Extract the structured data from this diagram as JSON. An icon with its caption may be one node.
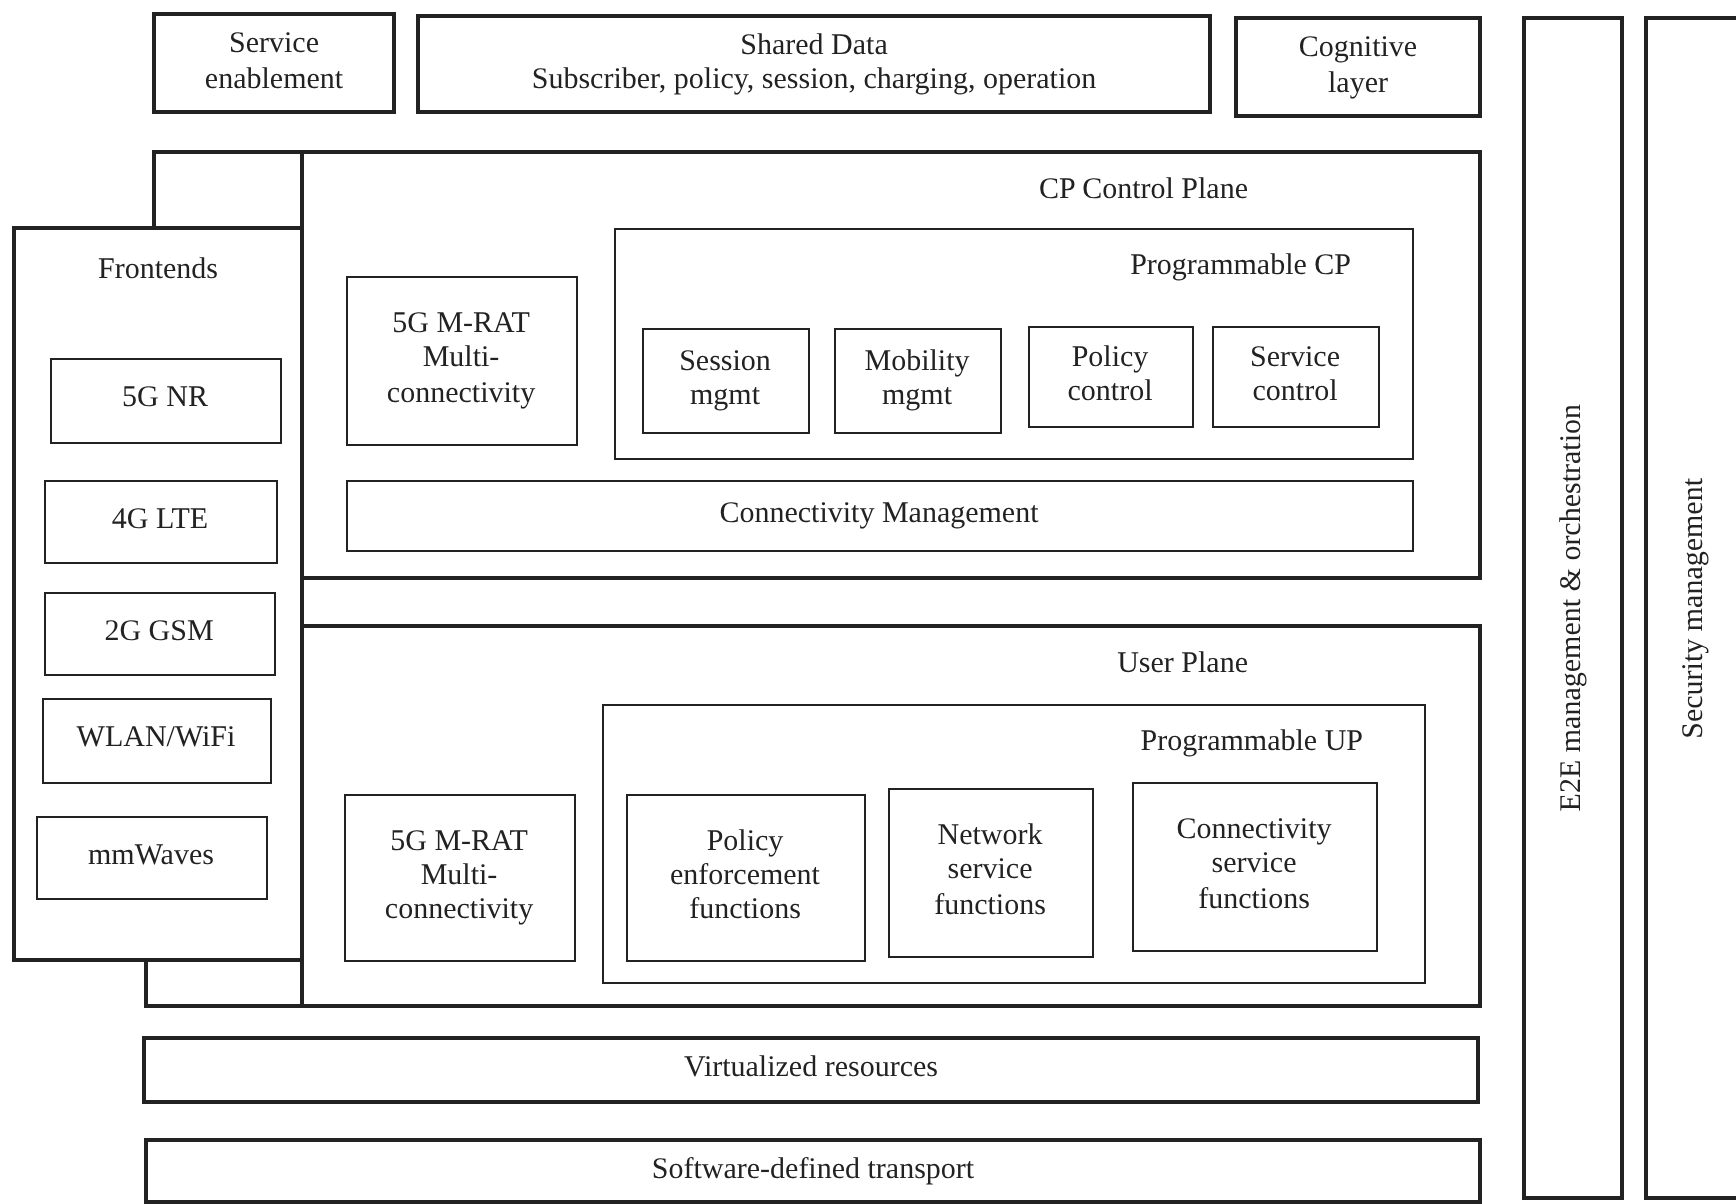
{
  "diagram": {
    "nodes": [
      {
        "text": [
          "Service enablement"
        ]
      },
      {
        "text": [
          "Shared Data",
          "Subscriber, policy, session, charging, operation"
        ]
      },
      {
        "text": [
          "Cognitive layer"
        ]
      },
      {
        "text": [
          "E2E management & orchestration"
        ]
      },
      {
        "text": [
          "Security management"
        ]
      },
      {
        "text": [
          "CP Control Plane"
        ]
      },
      {
        "text": [
          "5G M-RAT Multi-connectivity"
        ],
        "in": 5
      },
      {
        "text": [
          "Programmable CP"
        ],
        "in": 5
      },
      {
        "text": [
          "Session mgmt"
        ],
        "in": 7
      },
      {
        "text": [
          "Mobility mgmt"
        ],
        "in": 7
      },
      {
        "text": [
          "Policy control"
        ],
        "in": 7
      },
      {
        "text": [
          "Service control"
        ],
        "in": 7
      },
      {
        "text": [
          "Connectivity Management"
        ],
        "in": 5
      },
      {
        "text": [
          "Frontends"
        ]
      },
      {
        "text": [
          "5G NR"
        ],
        "in": 13
      },
      {
        "text": [
          "4G LTE"
        ],
        "in": 13
      },
      {
        "text": [
          "2G GSM"
        ],
        "in": 13
      },
      {
        "text": [
          "WLAN/WiFi"
        ],
        "in": 13
      },
      {
        "text": [
          "mmWaves"
        ],
        "in": 13
      },
      {
        "text": [
          "User Plane"
        ]
      },
      {
        "text": [
          "5G M-RAT Multi-connectivity"
        ],
        "in": 19
      },
      {
        "text": [
          "Programmable UP"
        ],
        "in": 19
      },
      {
        "text": [
          "Policy enforcement functions"
        ],
        "in": 21
      },
      {
        "text": [
          "Network service functions"
        ],
        "in": 21
      },
      {
        "text": [
          "Connectivity service functions"
        ],
        "in": 21
      },
      {
        "text": [
          "Virtualized resources"
        ]
      },
      {
        "text": [
          "Software-defined transport"
        ]
      }
    ],
    "edges": []
  }
}
